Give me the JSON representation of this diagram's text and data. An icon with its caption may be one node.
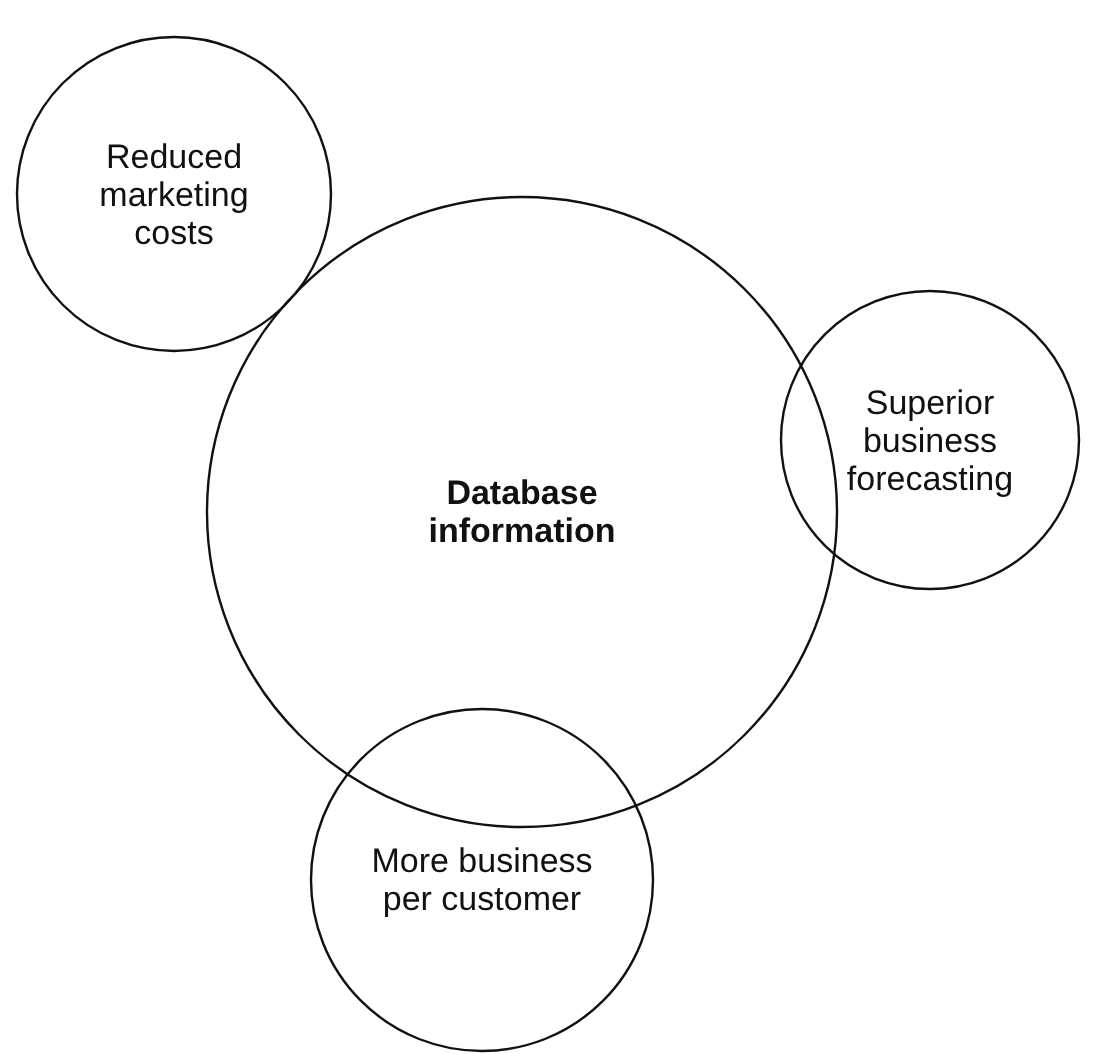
{
  "diagram": {
    "nodes": [
      {
        "text": [
          "Reduced marketing costs"
        ]
      },
      {
        "text": [
          "Database information"
        ]
      },
      {
        "text": [
          "Superior business forecasting"
        ]
      },
      {
        "text": [
          "More business per customer"
        ]
      }
    ]
  }
}
